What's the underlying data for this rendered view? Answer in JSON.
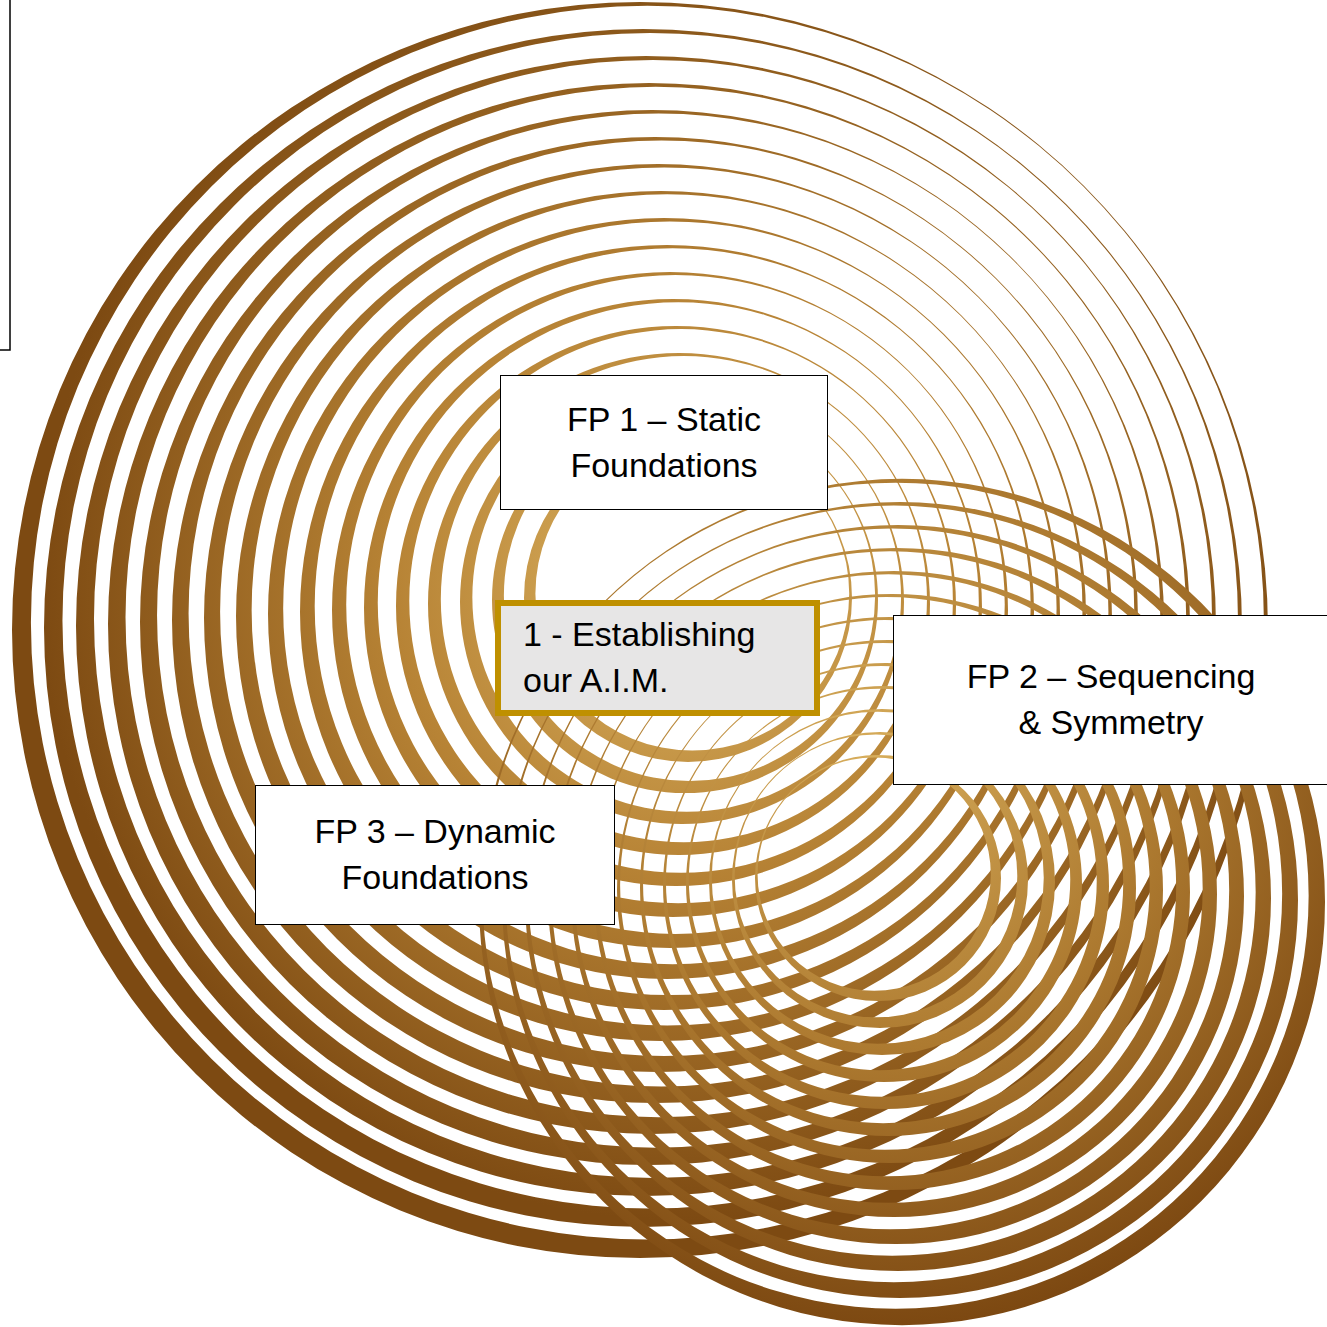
{
  "diagram": {
    "nodes": [
      {
        "text": [
          "FP 1 – Static Foundations"
        ]
      },
      {
        "text": [
          "1 - Establishing our A.I.M."
        ]
      },
      {
        "text": [
          "FP 2 – Sequencing & Symmetry"
        ]
      },
      {
        "text": [
          "FP 3 – Dynamic Foundations"
        ]
      }
    ]
  }
}
